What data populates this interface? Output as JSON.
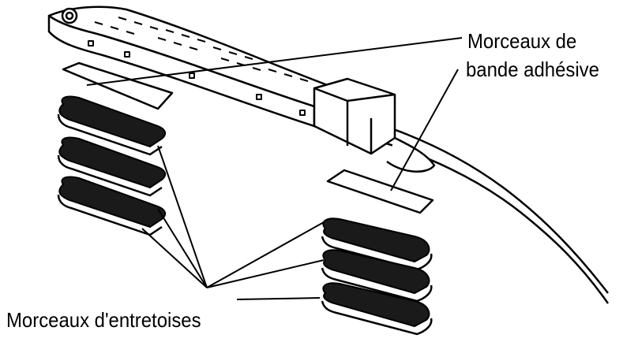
{
  "labels": {
    "adhesive_tape_line1": "Morceaux de",
    "adhesive_tape_line2": "bande adhésive",
    "spacers": "Morceaux d'entretoises"
  },
  "colors": {
    "ink": "#000000",
    "paper": "#ffffff",
    "spacer_fill": "#1a1a1a"
  }
}
